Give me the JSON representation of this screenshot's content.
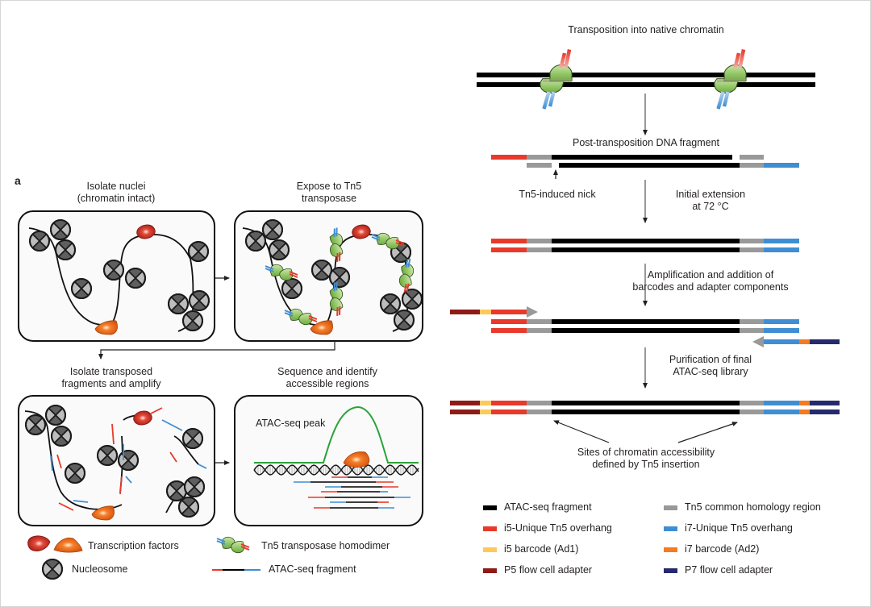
{
  "panel_letter": "a",
  "left": {
    "steps": [
      {
        "title_line1": "Isolate nuclei",
        "title_line2": "(chromatin intact)"
      },
      {
        "title_line1": "Expose to Tn5",
        "title_line2": "transposase"
      },
      {
        "title_line1": "Isolate transposed",
        "title_line2": "fragments and amplify"
      },
      {
        "title_line1": "Sequence and identify",
        "title_line2": "accessible regions"
      }
    ],
    "peak_label": "ATAC-seq peak",
    "legend": {
      "transcription_factors": "Transcription factors",
      "nucleosome": "Nucleosome",
      "tn5_homodimer": "Tn5 transposase homodimer",
      "atac_fragment": "ATAC-seq fragment"
    }
  },
  "right": {
    "steps": {
      "transposition": "Transposition into native chromatin",
      "post_transposition": "Post-transposition DNA fragment",
      "nick": "Tn5-induced nick",
      "extension_line1": "Initial extension",
      "extension_line2": "at 72 °C",
      "amplification_line1": "Amplification and addition of",
      "amplification_line2": "barcodes and adapter components",
      "purification_line1": "Purification of final",
      "purification_line2": "ATAC-seq library",
      "sites_line1": "Sites of chromatin accessibility",
      "sites_line2": "defined by Tn5 insertion"
    },
    "legend": [
      {
        "label": "ATAC-seq fragment",
        "color": "#000000"
      },
      {
        "label": "Tn5 common homology region",
        "color": "#999999"
      },
      {
        "label": "i5-Unique Tn5 overhang",
        "color": "#e8392a"
      },
      {
        "label": "i7-Unique Tn5 overhang",
        "color": "#3f8ed3"
      },
      {
        "label": "i5 barcode (Ad1)",
        "color": "#ffc85a"
      },
      {
        "label": "i7 barcode (Ad2)",
        "color": "#f47b20"
      },
      {
        "label": "P5 flow cell adapter",
        "color": "#8e1b15"
      },
      {
        "label": "P7 flow cell adapter",
        "color": "#262a6b"
      }
    ]
  },
  "colors": {
    "fragment": "#000000",
    "homology": "#999999",
    "i5_overhang": "#e8392a",
    "i7_overhang": "#3f8ed3",
    "i5_barcode": "#ffc85a",
    "i7_barcode": "#f47b20",
    "p5": "#8e1b15",
    "p7": "#262a6b",
    "peak": "#2aa33a",
    "tn5": "#8cc85a",
    "tf_red": "#d8352a",
    "tf_orange": "#f06a1e"
  }
}
